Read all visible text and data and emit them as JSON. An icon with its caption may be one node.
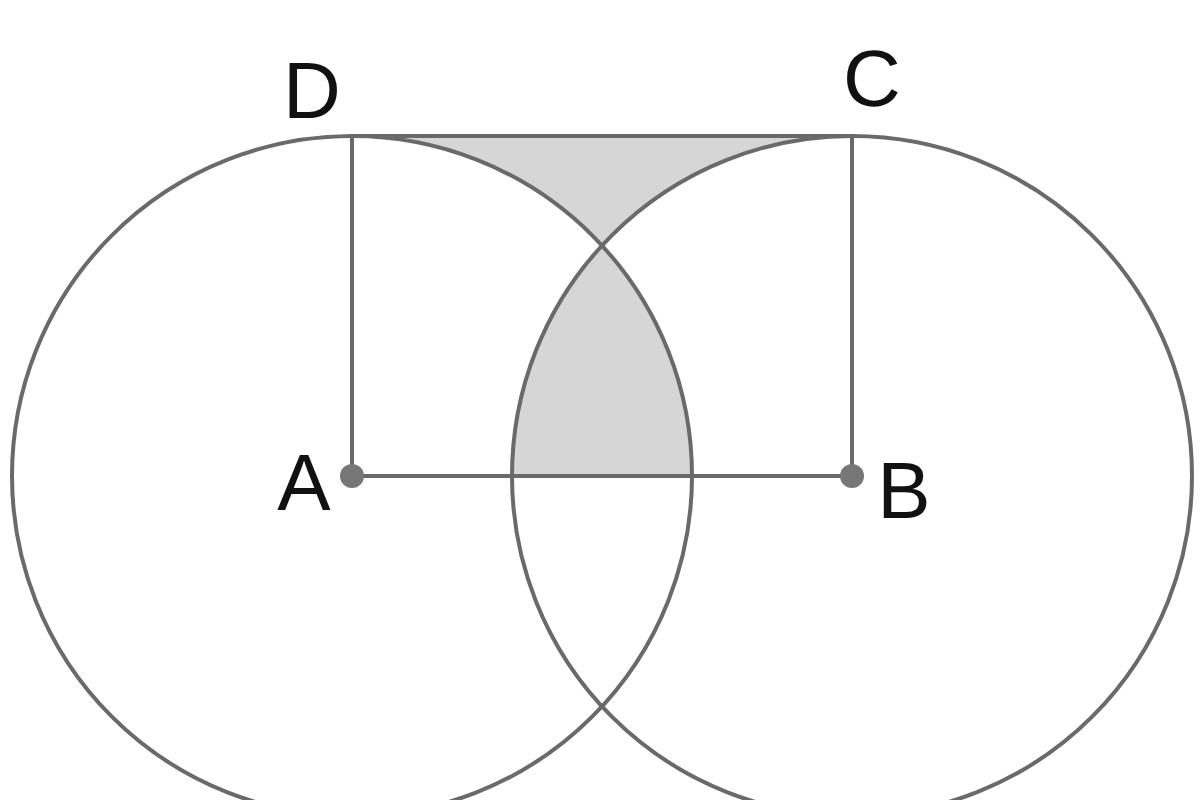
{
  "diagram": {
    "labels": [
      "D",
      "C",
      "A",
      "B"
    ]
  }
}
